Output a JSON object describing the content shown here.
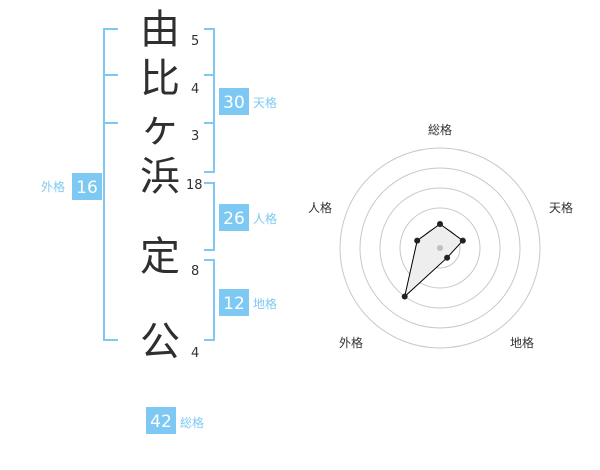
{
  "name": {
    "characters": [
      "由",
      "比",
      "ヶ",
      "浜",
      "定",
      "公"
    ],
    "strokes": [
      "5",
      "4",
      "3",
      "18",
      "8",
      "4"
    ]
  },
  "kakusu": {
    "tenkaku": {
      "value": "30",
      "label": "天格"
    },
    "jinkaku": {
      "value": "26",
      "label": "人格"
    },
    "chikaku": {
      "value": "12",
      "label": "地格"
    },
    "gaikaku": {
      "value": "16",
      "label": "外格"
    },
    "soukaku": {
      "value": "42",
      "label": "総格"
    }
  },
  "radar": {
    "axes": [
      "総格",
      "天格",
      "地格",
      "外格",
      "人格"
    ],
    "values": [
      0.4,
      0.4,
      0.2,
      1.0,
      0.4
    ],
    "colors": {
      "fill": "#eeeeee",
      "line": "#000000",
      "grid": "#c8c8c8",
      "center": "#c0c0c0"
    }
  },
  "colors": {
    "accent": "#7ec9f3",
    "text": "#333333"
  }
}
